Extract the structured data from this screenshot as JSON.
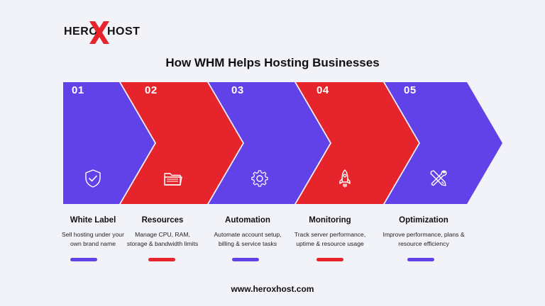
{
  "brand": {
    "left": "HERO",
    "right": "HOST"
  },
  "title": "How WHM Helps Hosting Businesses",
  "colors": {
    "purple": "#6141e8",
    "red": "#e5242b"
  },
  "steps": [
    {
      "number": "01",
      "heading": "White Label",
      "desc1": "Sell hosting under your",
      "desc2": "own brand name",
      "icon": "shield-check-icon",
      "color": "purple"
    },
    {
      "number": "02",
      "heading": "Resources",
      "desc1": "Manage CPU, RAM,",
      "desc2": "storage & bandwidth limits",
      "icon": "folder-icon",
      "color": "red"
    },
    {
      "number": "03",
      "heading": "Automation",
      "desc1": "Automate account setup,",
      "desc2": "billing & service tasks",
      "icon": "gear-icon",
      "color": "purple"
    },
    {
      "number": "04",
      "heading": "Monitoring",
      "desc1": "Track server performance,",
      "desc2": "uptime & resource usage",
      "icon": "rocket-icon",
      "color": "red"
    },
    {
      "number": "05",
      "heading": "Optimization",
      "desc1": "Improve performance, plans &",
      "desc2": "resource efficiency",
      "icon": "tools-icon",
      "color": "purple"
    }
  ],
  "url": "www.heroxhost.com"
}
